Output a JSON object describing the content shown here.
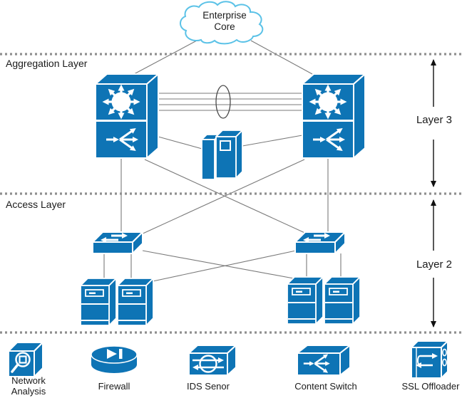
{
  "colors": {
    "device_blue": "#0e74b5",
    "cloud_stroke": "#5bc2e7",
    "connector_gray": "#7a7a7a",
    "separator_gray": "#8f8f8f",
    "ellipse_gray": "#4a4a4a",
    "text": "#1a1a1a"
  },
  "cloud": {
    "label": "Enterprise\nCore"
  },
  "zones": {
    "aggregation_label": "Aggregation Layer",
    "access_label": "Access Layer"
  },
  "annotations": {
    "layer3_label": "Layer 3",
    "layer2_label": "Layer 2"
  },
  "diagram_icons": [
    "enterprise-core-cloud",
    "multilayer-switch-icon",
    "etherchannel-ellipse",
    "service-appliance-icon",
    "workgroup-switch-icon",
    "server-icon"
  ],
  "legend": {
    "items": [
      {
        "icon": "network-analysis-icon",
        "label": "Network\nAnalysis"
      },
      {
        "icon": "firewall-icon",
        "label": "Firewall"
      },
      {
        "icon": "ids-sensor-icon",
        "label": "IDS Senor"
      },
      {
        "icon": "content-switch-icon",
        "label": "Content Switch"
      },
      {
        "icon": "ssl-offloader-icon",
        "label": "SSL Offloader"
      }
    ]
  }
}
